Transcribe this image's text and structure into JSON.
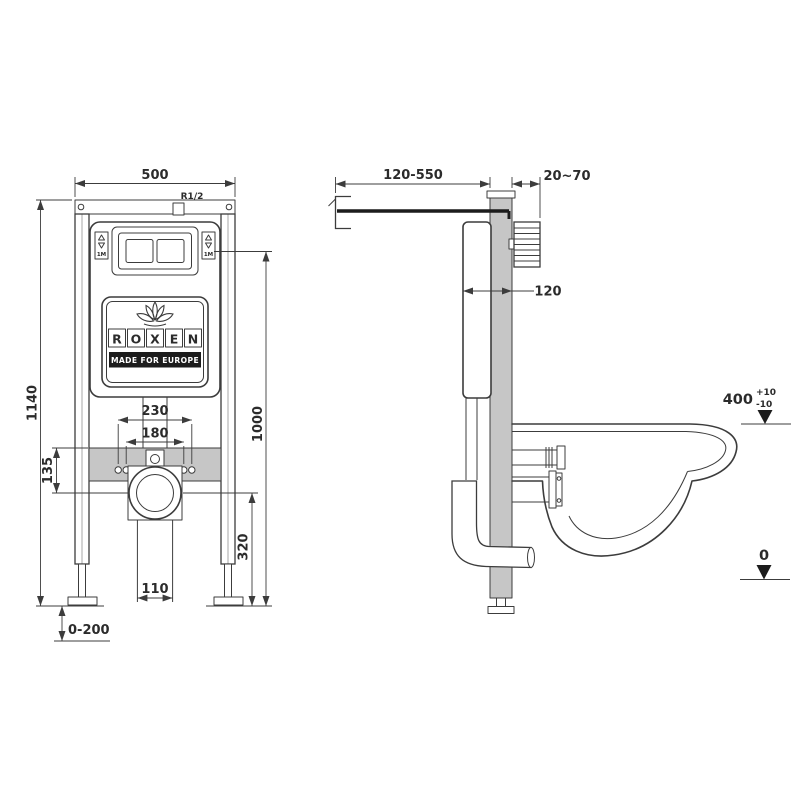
{
  "diagram": {
    "title_semantic": "wall-hung toilet concealed frame installation drawing",
    "colors": {
      "line": "#3c3c3c",
      "fill_gray": "#c6c6c6",
      "fill_dark": "#1c1c1c",
      "background": "#ffffff"
    },
    "front_view": {
      "dim_width_top": "500",
      "inlet_label": "R1/2",
      "dim_height_total": "1140",
      "dim_height_flush": "1000",
      "dim_bracket_outer": "230",
      "dim_bracket_inner": "180",
      "dim_offset_left": "135",
      "dim_outlet_height": "320",
      "dim_pipe_width": "110",
      "dim_foot_range": "0-200",
      "water_marker": "1M",
      "logo": {
        "letters": [
          "R",
          "O",
          "X",
          "E",
          "N"
        ],
        "tagline": "MADE FOR EUROPE"
      }
    },
    "side_view": {
      "dim_rod_range": "120-550",
      "dim_wall_range": "20~70",
      "dim_depth": "120",
      "level_bowl": {
        "value": "400",
        "tol_plus": "+10",
        "tol_minus": "-10"
      },
      "level_floor": "0"
    }
  }
}
